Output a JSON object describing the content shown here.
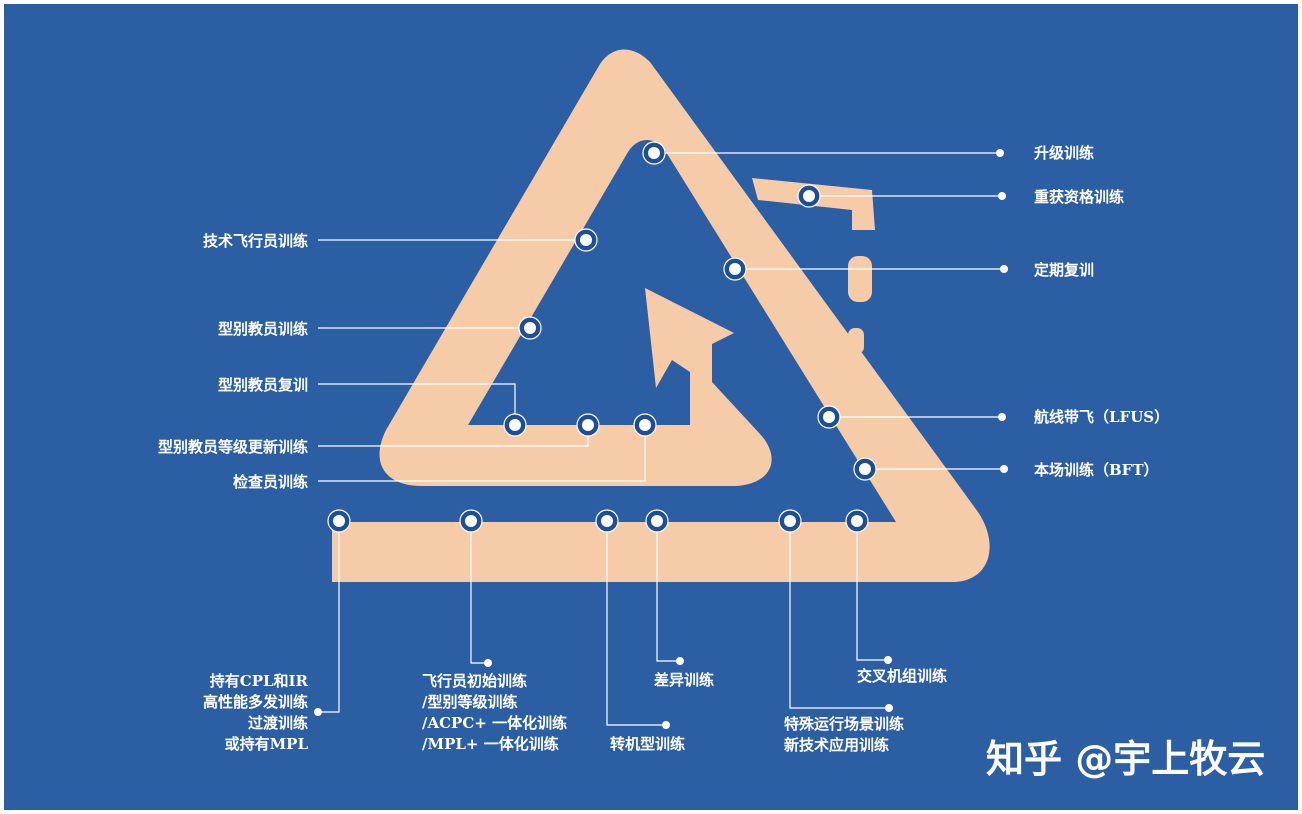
{
  "colors": {
    "background": "#2b5ea3",
    "shape": "#f6cba8",
    "line": "#ffffff",
    "node_fill": "#1f4f93"
  },
  "labels": {
    "upgrade": "升级训练",
    "requalify": "重获资格训练",
    "recurrent": "定期复训",
    "lfus": "航线带飞（LFUS）",
    "bft": "本场训练（BFT）",
    "tech_pilot": "技术飞行员训练",
    "type_instructor": "型别教员训练",
    "type_instructor_recurrent": "型别教员复训",
    "type_instructor_upgrade": "型别教员等级更新训练",
    "checker": "检查员训练",
    "cpl_ir": [
      "持有CPL和IR",
      "高性能多发训练",
      "过渡训练",
      "或持有MPL"
    ],
    "initial": [
      "飞行员初始训练",
      "/型别等级训练",
      "/ACPC+ 一体化训练",
      "/MPL+ 一体化训练"
    ],
    "type_conversion": "转机型训练",
    "differences": "差异训练",
    "special_ops": [
      "特殊运行场景训练",
      "新技术应用训练"
    ],
    "crossover": "交叉机组训练"
  },
  "watermark": "知乎 @宇上牧云"
}
